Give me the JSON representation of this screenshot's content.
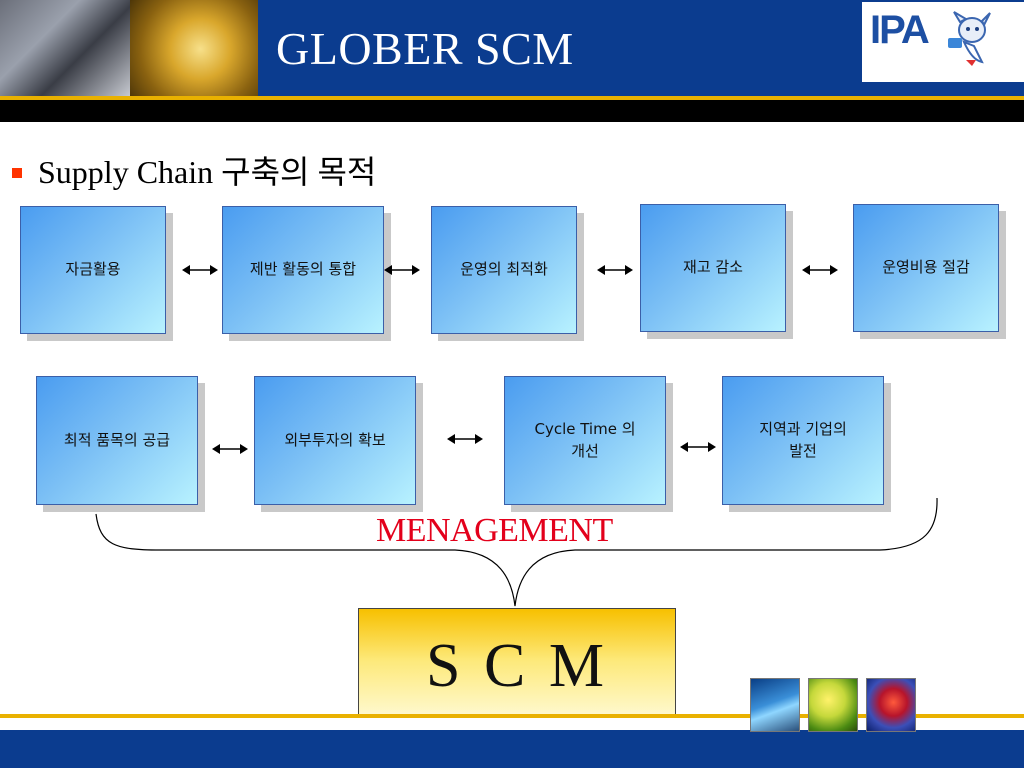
{
  "header": {
    "title": "GLOBER SCM",
    "logo_text": "IPA"
  },
  "subtitle": "Supply Chain 구축의 목적",
  "row1": [
    {
      "label": "자금활용"
    },
    {
      "label": "제반 활동의 통합"
    },
    {
      "label": "운영의 최적화"
    },
    {
      "label": "재고 감소"
    },
    {
      "label": "운영비용 절감"
    }
  ],
  "row2": [
    {
      "label": "최적 품목의 공급"
    },
    {
      "label": "외부투자의 확보"
    },
    {
      "label_line1": "Cycle Time 의",
      "label_line2": "개선"
    },
    {
      "label_line1": "지역과 기업의",
      "label_line2": "발전"
    }
  ],
  "management_label": "MENAGEMENT",
  "scm_label": "S C M",
  "colors": {
    "header_blue": "#0b3c8f",
    "gold": "#e9b100",
    "accent_red": "#e3001b",
    "bullet": "#ff3300"
  },
  "icons": [
    "bullet-square-icon",
    "double-arrow-icon",
    "ipa-mascot-icon"
  ]
}
